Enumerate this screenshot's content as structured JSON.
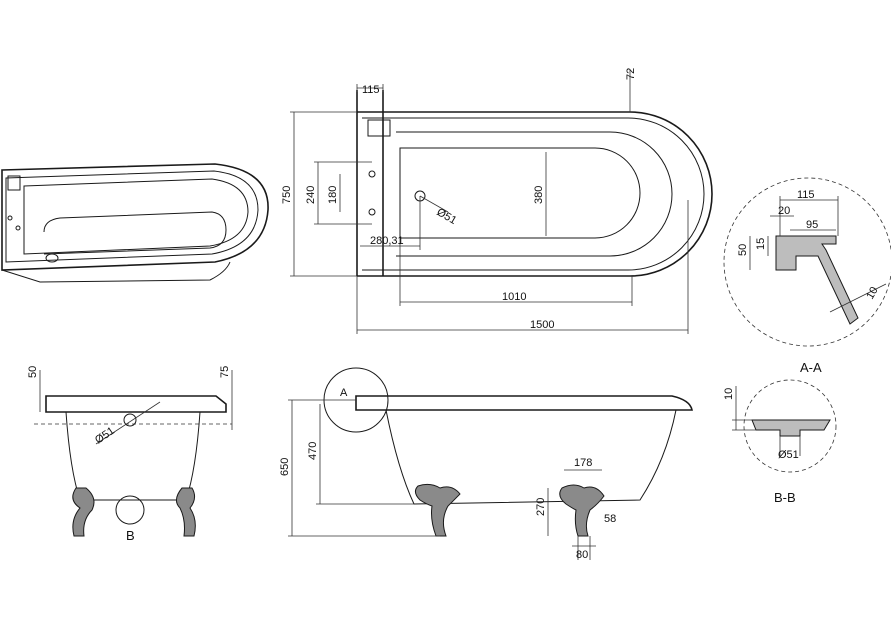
{
  "top_view": {
    "dim_width": "115",
    "dim_rim": "72",
    "dim_total_width": "750",
    "dim_tap_spacing_outer": "240",
    "dim_tap_spacing_inner": "180",
    "dim_inner_width": "380",
    "dim_waste_diameter": "Ø51",
    "dim_waste_offset": "280,31",
    "dim_inner_length": "1010",
    "dim_total_length": "1500"
  },
  "detail_a": {
    "title": "A-A",
    "dim_width": "115",
    "dim_inner": "20",
    "dim_lip": "95",
    "dim_height": "50",
    "dim_step": "15",
    "dim_wall": "10"
  },
  "end_view": {
    "dim_rim_left": "50",
    "dim_rim_right": "75",
    "dim_waste": "Ø51",
    "section_label": "B"
  },
  "side_view": {
    "detail_marker": "A",
    "dim_total_height": "650",
    "dim_inner_depth": "470",
    "dim_foot_width": "178",
    "dim_foot_height": "270",
    "dim_foot_base": "58",
    "dim_foot_spread": "80"
  },
  "detail_b": {
    "title": "B-B",
    "dim_thickness": "10",
    "dim_waste": "Ø51"
  }
}
